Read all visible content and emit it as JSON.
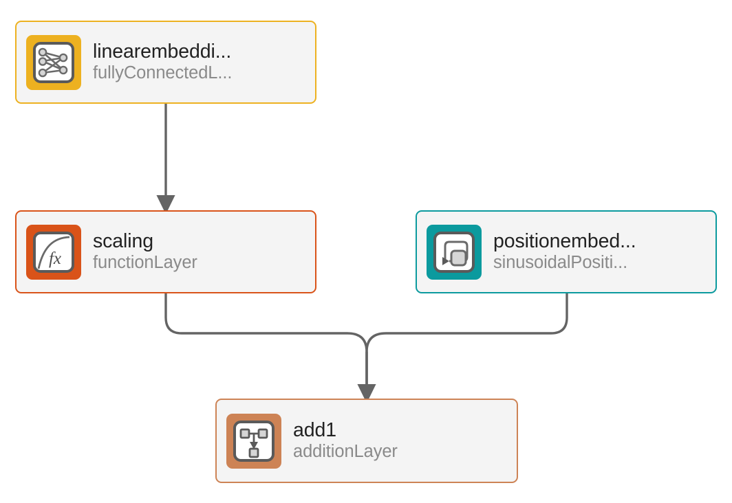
{
  "diagram": {
    "type": "neural-network-layer-graph",
    "background": "#ffffff",
    "edge_color": "#646464",
    "card_fill": "#f4f4f4",
    "title_color": "#222222",
    "subtitle_color": "#8a8a8a",
    "nodes": [
      {
        "id": "linearembedding",
        "title": "linearembeddi...",
        "subtitle": "fullyConnectedL...",
        "icon": "fully-connected-layer-icon",
        "accent": "#edb120"
      },
      {
        "id": "scaling",
        "title": "scaling",
        "subtitle": "functionLayer",
        "icon": "function-layer-fx-icon",
        "accent": "#d95319"
      },
      {
        "id": "positionembedding",
        "title": "positionembed...",
        "subtitle": "sinusoidalPositi...",
        "icon": "sinusoidal-position-embedding-icon",
        "accent": "#0b9a9e"
      },
      {
        "id": "add1",
        "title": "add1",
        "subtitle": "additionLayer",
        "icon": "addition-layer-icon",
        "accent": "#cd8355"
      }
    ],
    "edges": [
      {
        "from": "linearembedding",
        "to": "scaling"
      },
      {
        "from": "scaling",
        "to": "add1"
      },
      {
        "from": "positionembedding",
        "to": "add1"
      }
    ]
  }
}
